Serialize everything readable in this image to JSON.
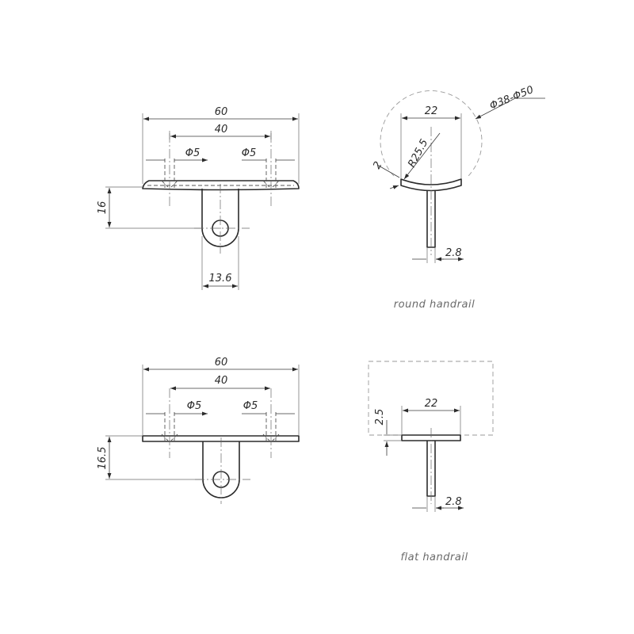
{
  "top_left_view": {
    "dim_overall_width": "60",
    "dim_hole_spacing": "40",
    "dim_hole_left": "Φ5",
    "dim_hole_right": "Φ5",
    "dim_height": "16",
    "dim_tab_width": "13.6"
  },
  "top_right_view": {
    "dim_plate_width": "22",
    "dim_pipe_range": "Φ38-Φ50",
    "dim_radius": "R25.5",
    "dim_thickness": "2",
    "dim_stem": "2.8",
    "caption": "round handrail"
  },
  "bottom_left_view": {
    "dim_overall_width": "60",
    "dim_hole_spacing": "40",
    "dim_hole_left": "Φ5",
    "dim_hole_right": "Φ5",
    "dim_height": "16.5"
  },
  "bottom_right_view": {
    "dim_plate_width": "22",
    "dim_thickness": "2.5",
    "dim_stem": "2.8",
    "caption": "flat handrail"
  }
}
